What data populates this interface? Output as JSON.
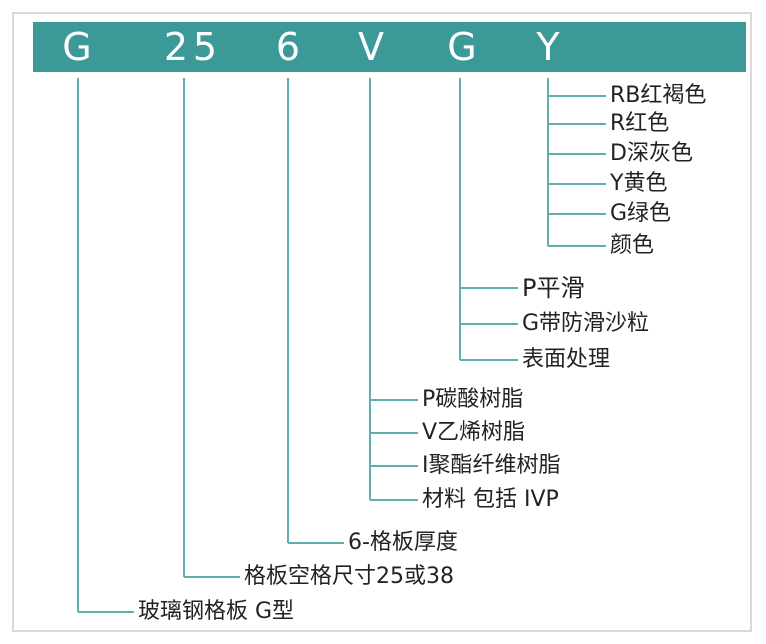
{
  "code": {
    "chars": [
      "G",
      "2",
      "5",
      "6",
      "V",
      "G",
      "Y"
    ]
  },
  "labels": {
    "color_rb": "RB红褐色",
    "color_r": "R红色",
    "color_d": "D深灰色",
    "color_y": "Y黄色",
    "color_g": "G绿色",
    "color_title": "颜色",
    "surface_p": "P平滑",
    "surface_g": "G带防滑沙粒",
    "surface_title": "表面处理",
    "material_p": "P碳酸树脂",
    "material_v": "V乙烯树脂",
    "material_i": "I聚酯纤维树脂",
    "material_title": "材料 包括 IVP",
    "thickness": "6-格板厚度",
    "spacing": "格板空格尺寸25或38",
    "type": "玻璃钢格板 G型"
  },
  "colors": {
    "header_bg": "#3b9a97",
    "line": "#5fb0ad",
    "text": "#222222"
  }
}
